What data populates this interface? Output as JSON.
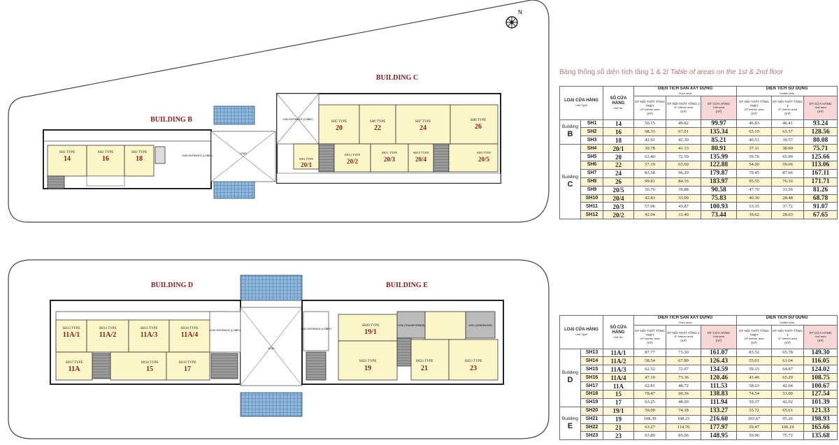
{
  "plans": {
    "buildings": {
      "b": "BUILDING B",
      "c": "BUILDING C",
      "d": "BUILDING D",
      "e": "BUILDING E"
    },
    "compass": "N",
    "top_units": [
      {
        "type": "SH1 TYPE",
        "no": "14"
      },
      {
        "type": "SH2 TYPE",
        "no": "16"
      },
      {
        "type": "SH3 TYPE",
        "no": "18"
      },
      {
        "type": "SH4 TYPE",
        "no": "20/1"
      },
      {
        "type": "SH5 TYPE",
        "no": "20"
      },
      {
        "type": "SH6 TYPE",
        "no": "22"
      },
      {
        "type": "SH7 TYPE",
        "no": "24"
      },
      {
        "type": "SH8 TYPE",
        "no": "26"
      },
      {
        "type": "SH9 TYPE",
        "no": "20/5"
      },
      {
        "type": "SH10 TYPE",
        "no": "20/4"
      },
      {
        "type": "SH11 TYPE",
        "no": "20/3"
      },
      {
        "type": "SH12 TYPE",
        "no": "20/2"
      }
    ],
    "bottom_units": [
      {
        "type": "SH13 TYPE",
        "no": "11A/1"
      },
      {
        "type": "SH14 TYPE",
        "no": "11A/2"
      },
      {
        "type": "SH15 TYPE",
        "no": "11A/3"
      },
      {
        "type": "SH16 TYPE",
        "no": "11A/4"
      },
      {
        "type": "SH17 TYPE",
        "no": "11A"
      },
      {
        "type": "SH18 TYPE",
        "no": "15"
      },
      {
        "type": "SH19 TYPE",
        "no": "17"
      },
      {
        "type": "SH20 TYPE",
        "no": "19/1"
      },
      {
        "type": "SH21 TYPE",
        "no": "19"
      },
      {
        "type": "SH22 TYPE",
        "no": "21"
      },
      {
        "type": "SH23 TYPE",
        "no": "23"
      }
    ],
    "void": "VOID",
    "void_entrance": "VOID ENTRANCE (LOBBY)",
    "void_transformer": "VOID (TRANSFORMER)",
    "void_generator": "VOID (GENERATOR)"
  },
  "table_title": {
    "vi": "Bảng thông số diện tích tầng 1 & 2/",
    "en": " Table of areas on the 1st & 2nd floor"
  },
  "headers": {
    "type_vi": "LOẠI CỬA HÀNG",
    "type_en": "Unit Type",
    "no_vi": "SỐ CỬA HÀNG",
    "no_en": "Unit No.",
    "floor_vi": "DIỆN TÍCH SÀN XÂY DỰNG",
    "floor_en": "Floor area",
    "usable_vi": "DIỆN TÍCH SỬ DỤNG",
    "usable_en": "Usable area",
    "gf_vi": "DT NỘI THẤT TẦNG TRỆT",
    "gf_en": "GF Interior area",
    "f2_vi": "DT NỘI THẤT TẦNG 2",
    "f2_en": "2F Interior area",
    "unit_vi": "DT CỬA HÀNG",
    "unit_en": "Unit area",
    "m2": "(m²)"
  },
  "building_word": "Building",
  "table1": {
    "groups": [
      {
        "letter": "B",
        "rows": 3
      },
      {
        "letter": "C",
        "rows": 9
      }
    ],
    "rows": [
      {
        "code": "SH1",
        "no": "14",
        "f_gf": "50.15",
        "f_2f": "49.82",
        "f_unit": "99.97",
        "u_gf": "46.83",
        "u_2f": "46.41",
        "u_unit": "93.24"
      },
      {
        "code": "SH2",
        "no": "16",
        "f_gf": "68.33",
        "f_2f": "67.01",
        "f_unit": "135.34",
        "u_gf": "65.19",
        "u_2f": "63.37",
        "u_unit": "128.56"
      },
      {
        "code": "SH3",
        "no": "18",
        "f_gf": "42.91",
        "f_2f": "42.30",
        "f_unit": "85.21",
        "u_gf": "40.51",
        "u_2f": "39.57",
        "u_unit": "80.08"
      },
      {
        "code": "SH4",
        "no": "20/1",
        "f_gf": "39.78",
        "f_2f": "41.13",
        "f_unit": "80.91",
        "u_gf": "37.11",
        "u_2f": "38.60",
        "u_unit": "75.71"
      },
      {
        "code": "SH5",
        "no": "20",
        "f_gf": "63.40",
        "f_2f": "72.59",
        "f_unit": "135.99",
        "u_gf": "59.76",
        "u_2f": "65.90",
        "u_unit": "125.66"
      },
      {
        "code": "SH6",
        "no": "22",
        "f_gf": "57.19",
        "f_2f": "65.69",
        "f_unit": "122.88",
        "u_gf": "54.00",
        "u_2f": "59.06",
        "u_unit": "113.06"
      },
      {
        "code": "SH7",
        "no": "24",
        "f_gf": "83.58",
        "f_2f": "96.29",
        "f_unit": "179.87",
        "u_gf": "79.45",
        "u_2f": "87.66",
        "u_unit": "167.11"
      },
      {
        "code": "SH8",
        "no": "26",
        "f_gf": "99.81",
        "f_2f": "84.16",
        "f_unit": "183.97",
        "u_gf": "95.55",
        "u_2f": "76.16",
        "u_unit": "171.71"
      },
      {
        "code": "SH9",
        "no": "20/5",
        "f_gf": "50.70",
        "f_2f": "39.88",
        "f_unit": "90.58",
        "u_gf": "47.70",
        "u_2f": "33.56",
        "u_unit": "81.26"
      },
      {
        "code": "SH10",
        "no": "20/4",
        "f_gf": "42.83",
        "f_2f": "33.00",
        "f_unit": "75.83",
        "u_gf": "40.30",
        "u_2f": "28.48",
        "u_unit": "68.78"
      },
      {
        "code": "SH11",
        "no": "20/3",
        "f_gf": "57.06",
        "f_2f": "43.87",
        "f_unit": "100.93",
        "u_gf": "53.35",
        "u_2f": "37.72",
        "u_unit": "91.07"
      },
      {
        "code": "SH12",
        "no": "20/2",
        "f_gf": "42.04",
        "f_2f": "31.40",
        "f_unit": "73.44",
        "u_gf": "39.62",
        "u_2f": "28.03",
        "u_unit": "67.65"
      }
    ]
  },
  "table2": {
    "groups": [
      {
        "letter": "D",
        "rows": 7
      },
      {
        "letter": "E",
        "rows": 4
      }
    ],
    "rows": [
      {
        "code": "SH13",
        "no": "11A/1",
        "f_gf": "87.77",
        "f_2f": "73.30",
        "f_unit": "161.07",
        "u_gf": "83.52",
        "u_2f": "65.78",
        "u_unit": "149.30"
      },
      {
        "code": "SH14",
        "no": "11A/2",
        "f_gf": "58.54",
        "f_2f": "67.89",
        "f_unit": "126.43",
        "u_gf": "55.01",
        "u_2f": "61.04",
        "u_unit": "116.05"
      },
      {
        "code": "SH15",
        "no": "11A/3",
        "f_gf": "62.52",
        "f_2f": "72.07",
        "f_unit": "134.59",
        "u_gf": "59.15",
        "u_2f": "64.87",
        "u_unit": "124.02"
      },
      {
        "code": "SH16",
        "no": "11A/4",
        "f_gf": "47.10",
        "f_2f": "73.36",
        "f_unit": "120.46",
        "u_gf": "43.46",
        "u_2f": "65.29",
        "u_unit": "108.75"
      },
      {
        "code": "SH17",
        "no": "11A",
        "f_gf": "62.81",
        "f_2f": "48.72",
        "f_unit": "111.53",
        "u_gf": "58.63",
        "u_2f": "42.04",
        "u_unit": "100.67"
      },
      {
        "code": "SH18",
        "no": "15",
        "f_gf": "78.47",
        "f_2f": "60.36",
        "f_unit": "138.83",
        "u_gf": "74.54",
        "u_2f": "53.00",
        "u_unit": "127.54"
      },
      {
        "code": "SH19",
        "no": "17",
        "f_gf": "63.25",
        "f_2f": "48.69",
        "f_unit": "111.94",
        "u_gf": "59.37",
        "u_2f": "42.02",
        "u_unit": "101.39"
      },
      {
        "code": "SH20",
        "no": "19/1",
        "f_gf": "59.09",
        "f_2f": "74.18",
        "f_unit": "133.27",
        "u_gf": "55.72",
        "u_2f": "65.61",
        "u_unit": "121.33"
      },
      {
        "code": "SH21",
        "no": "19",
        "f_gf": "108.39",
        "f_2f": "108.21",
        "f_unit": "216.60",
        "u_gf": "103.67",
        "u_2f": "95.26",
        "u_unit": "198.93"
      },
      {
        "code": "SH22",
        "no": "21",
        "f_gf": "63.27",
        "f_2f": "114.70",
        "f_unit": "177.97",
        "u_gf": "59.47",
        "u_2f": "106.19",
        "u_unit": "165.66"
      },
      {
        "code": "SH23",
        "no": "23",
        "f_gf": "63.89",
        "f_2f": "85.06",
        "f_unit": "148.95",
        "u_gf": "59.96",
        "u_2f": "75.72",
        "u_unit": "135.68"
      }
    ]
  },
  "colors": {
    "unit_fill": "#fbf6c8",
    "title_red": "#8b1a1a",
    "pink_header": "#f6d6d6",
    "glass": "#8fb8dd"
  }
}
